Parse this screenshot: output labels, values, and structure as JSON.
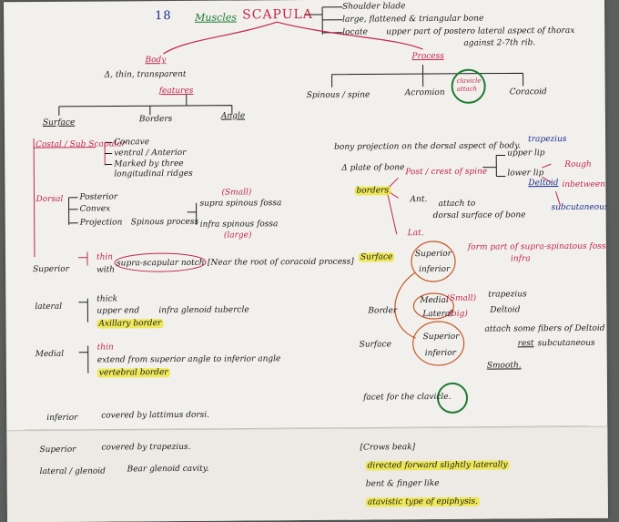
{
  "header": {
    "number": "18",
    "muscles": "Muscles",
    "title": "SCAPULA",
    "def_shoulder": "Shoulder blade",
    "def_shape": "large, flattened & triangular bone",
    "def_locate": "locate",
    "def_location": "upper part of postero lateral aspect of thorax",
    "def_ribs": "against 2-7th rib."
  },
  "body": {
    "title": "Body",
    "desc": "Δ, thin, transparent",
    "features": "features",
    "surface": "Surface",
    "borders": "Borders",
    "angle": "Angle",
    "costal": "Costal / Sub Scapular",
    "costal_items": [
      "Concave",
      "ventral / Anterior",
      "Marked by three longitudinal ridges"
    ],
    "dorsal": "Dorsal",
    "dorsal_items": [
      "Posterior",
      "Convex",
      "Projection"
    ],
    "spinous_process": "Spinous process",
    "supra_fossa": "supra spinous fossa",
    "small": "(Small)",
    "infra_fossa": "infra spinous fossa",
    "large": "(large)"
  },
  "angles": {
    "superior": "Superior",
    "thin": "thin",
    "with": "with",
    "notch": "supra-scapular notch",
    "notch_note": "[Near the root of coracoid process]",
    "lateral": "lateral",
    "thick": "thick",
    "upper_end": "upper end",
    "infra_tubercle": "infra glenoid tubercle",
    "axillary": "Axillary border",
    "medial": "Medial",
    "medial_thin": "thin",
    "extend": "extend from superior angle to inferior angle",
    "vertebral": "vertebral border",
    "inferior": "inferior",
    "inferior_desc": "covered by lattimus dorsi."
  },
  "process": {
    "title": "Process",
    "spinous": "Spinous / spine",
    "acromion": "Acromion",
    "clavicle_attach": "clavicle attach",
    "coracoid": "Coracoid",
    "spine_desc": "bony projection on the dorsal aspect of body.",
    "plate": "Δ plate of bone",
    "borders": "borders",
    "post_crest": "Post / crest of spine",
    "upper_lip": "upper lip",
    "lower_lip": "lower lip",
    "trapezius": "trapezius",
    "deltoid": "Deltoid",
    "rough": "Rough",
    "inbetween": "inbetween",
    "subcutaneous": "subcutaneous",
    "ant": "Ant.",
    "attach": "attach to",
    "dorsal_surface": "dorsal surface of bone",
    "lat": "Lat.",
    "surface": "Surface",
    "superior": "Superior",
    "supra_part": "form part of supra-spinatous fossa.",
    "infra_lbl": "inferior",
    "infra_part": "infra",
    "acr_border": "Border",
    "medial": "Medial",
    "small": "(Small)",
    "lateral": "Lateral",
    "big": "(big)",
    "acr_trapezius": "trapezius",
    "acr_deltoid": "Deltoid",
    "acr_surface": "Surface",
    "acr_superior": "Superior",
    "attach_fibers": "attach some fibers of Deltoid",
    "rest": "rest",
    "acr_inferior": "inferior",
    "smooth": "Smooth.",
    "facet": "facet for the clavicle."
  },
  "bottom": {
    "superior": "Superior",
    "superior_desc": "covered by trapezius.",
    "lateral": "lateral / glenoid",
    "lateral_desc": "Bear glenoid cavity.",
    "crows": "[Crows beak]",
    "directed": "directed forward slightly laterally",
    "bent": "bent & finger like",
    "atavistic": "atavistic type of epiphysis."
  },
  "colors": {
    "ink_black": "#1b1b1b",
    "ink_blue": "#1c2c8a",
    "ink_red": "#c4254a",
    "ink_orange": "#c8582a",
    "ink_green": "#1e7b32",
    "highlight": "#eee628"
  }
}
